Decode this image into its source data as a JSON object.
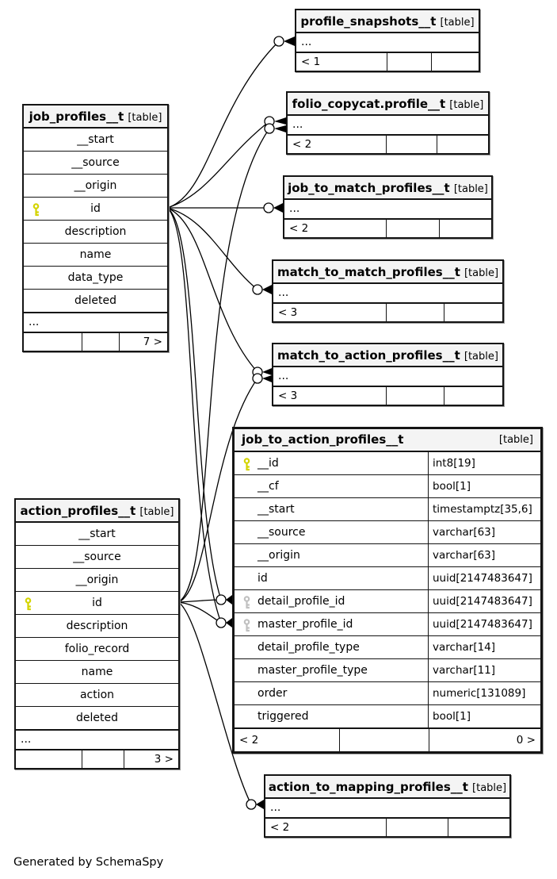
{
  "diagram": {
    "generator_note": "Generated by SchemaSpy",
    "colors": {
      "primary_key": "#d4d400",
      "foreign_key": "#c0c0c0",
      "header_bg": "#f4f4f4"
    },
    "tables": {
      "job_profiles": {
        "name": "job_profiles__t",
        "tag": "[table]",
        "columns": [
          "__start",
          "__source",
          "__origin",
          "id",
          "description",
          "name",
          "data_type",
          "deleted"
        ],
        "key_column": "id",
        "ellipsis": "...",
        "pager_right": "7 >"
      },
      "profile_snapshots": {
        "name": "profile_snapshots__t",
        "tag": "[table]",
        "ellipsis": "...",
        "pager_left": "< 1"
      },
      "folio_copycat_profile": {
        "name": "folio_copycat.profile__t",
        "tag": "[table]",
        "ellipsis": "...",
        "pager_left": "< 2"
      },
      "job_to_match_profiles": {
        "name": "job_to_match_profiles__t",
        "tag": "[table]",
        "ellipsis": "...",
        "pager_left": "< 2"
      },
      "match_to_match_profiles": {
        "name": "match_to_match_profiles__t",
        "tag": "[table]",
        "ellipsis": "...",
        "pager_left": "< 3"
      },
      "match_to_action_profiles": {
        "name": "match_to_action_profiles__t",
        "tag": "[table]",
        "ellipsis": "...",
        "pager_left": "< 3"
      },
      "job_to_action_profiles": {
        "name": "job_to_action_profiles__t",
        "tag": "[table]",
        "rows": [
          {
            "name": "__id",
            "type": "int8[19]",
            "key": "primary"
          },
          {
            "name": "__cf",
            "type": "bool[1]",
            "key": ""
          },
          {
            "name": "__start",
            "type": "timestamptz[35,6]",
            "key": ""
          },
          {
            "name": "__source",
            "type": "varchar[63]",
            "key": ""
          },
          {
            "name": "__origin",
            "type": "varchar[63]",
            "key": ""
          },
          {
            "name": "id",
            "type": "uuid[2147483647]",
            "key": ""
          },
          {
            "name": "detail_profile_id",
            "type": "uuid[2147483647]",
            "key": "foreign"
          },
          {
            "name": "master_profile_id",
            "type": "uuid[2147483647]",
            "key": "foreign"
          },
          {
            "name": "detail_profile_type",
            "type": "varchar[14]",
            "key": ""
          },
          {
            "name": "master_profile_type",
            "type": "varchar[11]",
            "key": ""
          },
          {
            "name": "order",
            "type": "numeric[131089]",
            "key": ""
          },
          {
            "name": "triggered",
            "type": "bool[1]",
            "key": ""
          }
        ],
        "pager_left": "< 2",
        "pager_right": "0 >"
      },
      "action_profiles": {
        "name": "action_profiles__t",
        "tag": "[table]",
        "columns": [
          "__start",
          "__source",
          "__origin",
          "id",
          "description",
          "folio_record",
          "name",
          "action",
          "deleted"
        ],
        "key_column": "id",
        "ellipsis": "...",
        "pager_right": "3 >"
      },
      "action_to_mapping_profiles": {
        "name": "action_to_mapping_profiles__t",
        "tag": "[table]",
        "ellipsis": "...",
        "pager_left": "< 2"
      }
    }
  }
}
